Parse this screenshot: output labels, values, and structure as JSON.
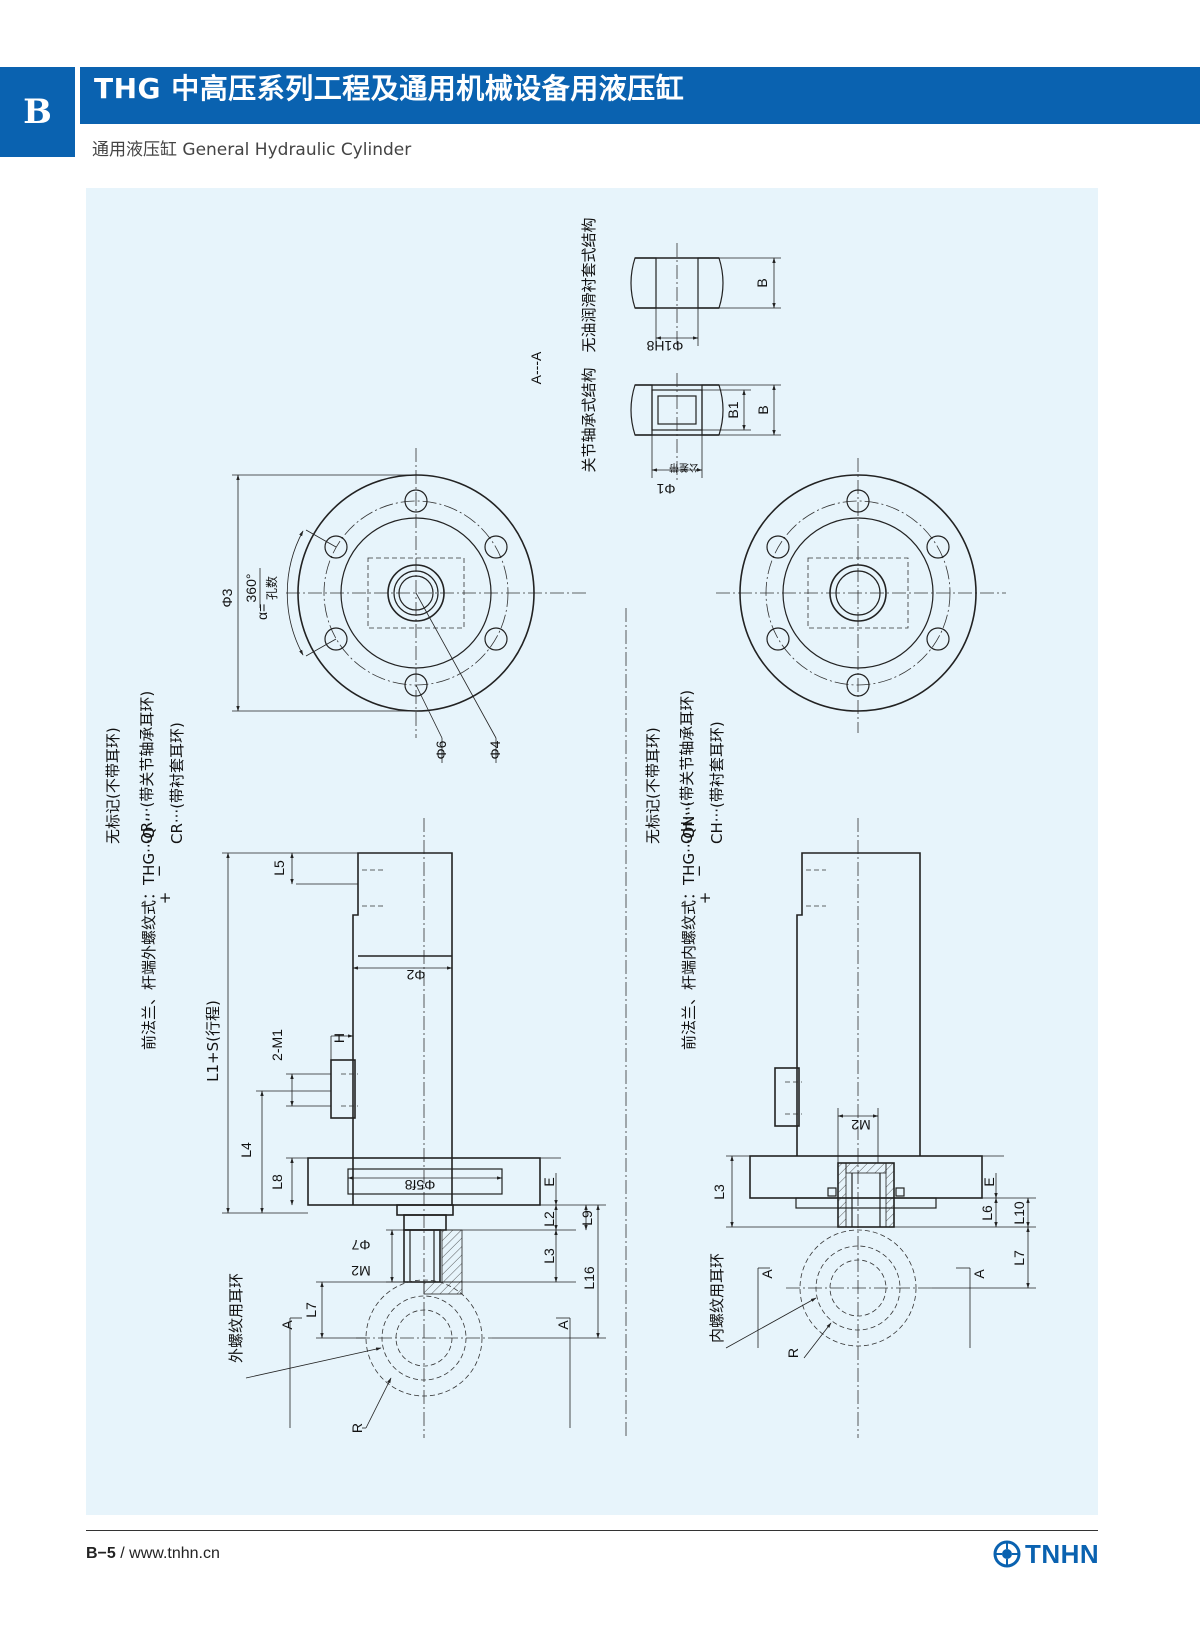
{
  "header": {
    "tab_letter": "B",
    "title": "THG 中高压系列工程及通用机械设备用液压缸",
    "subtitle": "通用液压缸 General Hydraulic Cylinder"
  },
  "footer": {
    "page_code": "B−5",
    "separator": "/",
    "website": "www.tnhn.cn",
    "logo_text": "TNHN"
  },
  "colors": {
    "brand_blue": "#0a62b0",
    "panel_bg": "#e7f4fb"
  },
  "left_group": {
    "code_line": "前法兰、杆端外螺纹式：THG···Q···",
    "code_symbols": [
      "−",
      "+"
    ],
    "variants": [
      "无标记(不带耳环)",
      "QR···(带关节轴承耳环)",
      "CR···(带衬套耳环)"
    ],
    "eyelet_label": "外螺纹用耳环",
    "dims": {
      "l1s": "L1+S(行程)",
      "l4": "L4",
      "l5": "L5",
      "l8": "L8",
      "m1": "2-M1",
      "h": "H",
      "phi2": "Φ2",
      "phi5": "Φ5f8",
      "e": "E",
      "l2": "L2",
      "l9": "L9",
      "l3": "L3",
      "l16": "L16",
      "phi7": "Φ7",
      "m2": "M2",
      "l7": "L7",
      "a": "A",
      "r": "R"
    }
  },
  "right_group": {
    "code_line": "前法兰、杆端内螺纹式：THG···QN···",
    "code_symbols": [
      "−",
      "+"
    ],
    "variants": [
      "无标记(不带耳环)",
      "QH···(带关节轴承耳环)",
      "CH···(带衬套耳环)"
    ],
    "eyelet_label": "内螺纹用耳环",
    "dims": {
      "m2": "M2",
      "l3": "L3",
      "e": "E",
      "l6": "L6",
      "l10": "L10",
      "l7": "L7",
      "a": "A",
      "r": "R"
    }
  },
  "flange_view": {
    "phi3": "Φ3",
    "alpha_prefix": "α=",
    "alpha_num": "360°",
    "alpha_den": "孔数",
    "phi6": "Φ6",
    "phi4": "Φ4"
  },
  "section_view": {
    "title": "A---A",
    "bearing_label": "关节轴承式结构",
    "bushing_label": "无油润滑衬套式结构",
    "phi1": "Φ1",
    "phi1_note": "公差带",
    "phi1h8": "Φ1H8",
    "b1": "B1",
    "b": "B",
    "b2": "B"
  }
}
